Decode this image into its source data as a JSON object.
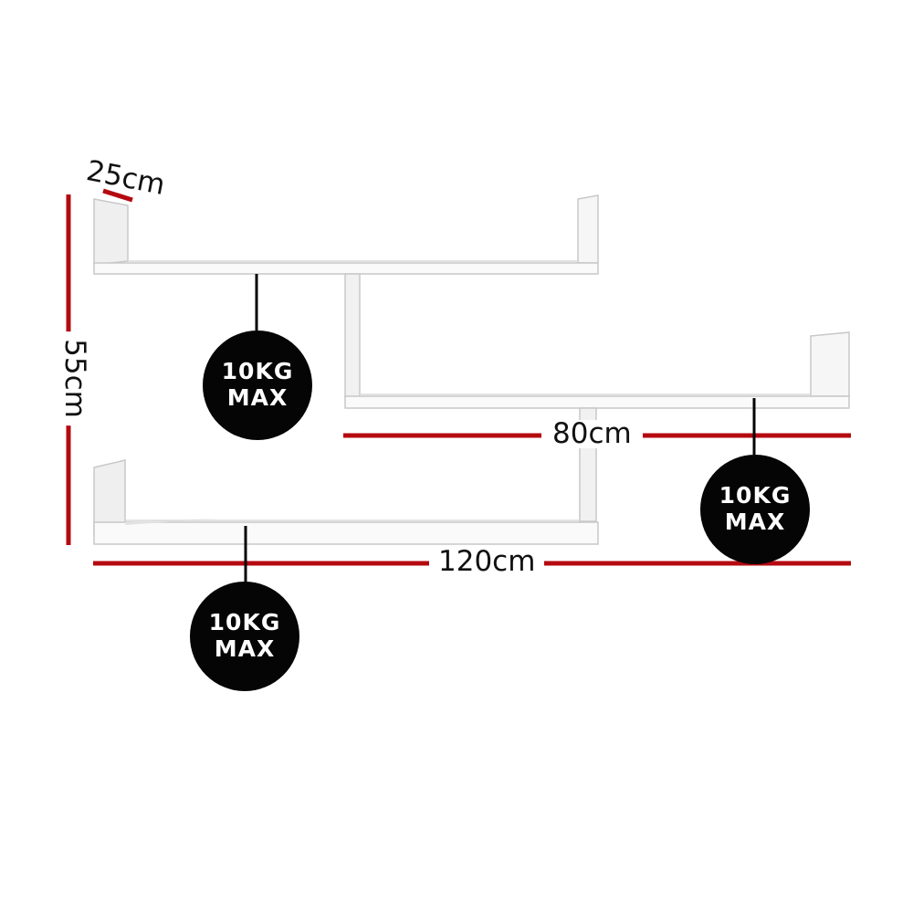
{
  "colors": {
    "dimension_line": "#b40a10",
    "badge": "#050505",
    "shelf_face": "#f4f4f4",
    "shelf_edge": "#cfcfcf"
  },
  "dimensions": {
    "depth": "25cm",
    "height": "55cm",
    "middle_width": "80cm",
    "total_width": "120cm"
  },
  "badges": [
    {
      "line1": "10KG",
      "line2": "MAX"
    },
    {
      "line1": "10KG",
      "line2": "MAX"
    },
    {
      "line1": "10KG",
      "line2": "MAX"
    }
  ]
}
